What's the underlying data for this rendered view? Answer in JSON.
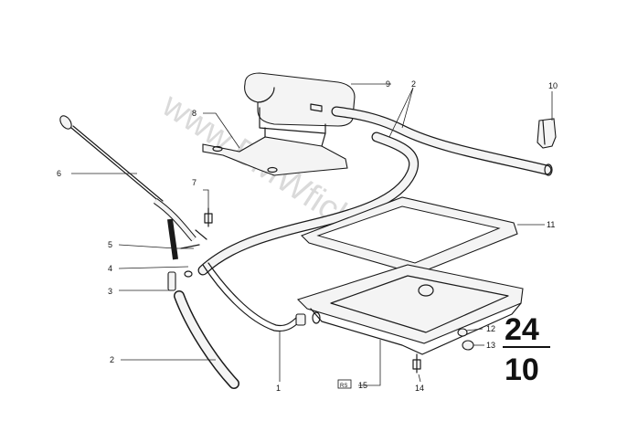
{
  "watermark": "www.BMWfiche.pl",
  "group_number": {
    "top": "24",
    "bottom": "10"
  },
  "callouts": {
    "c1": "1",
    "c2a": "2",
    "c2b": "2",
    "c3": "3",
    "c4": "4",
    "c5": "5",
    "c6": "6",
    "c7": "7",
    "c8": "8",
    "c9": "9",
    "c10": "10",
    "c11": "11",
    "c12": "12",
    "c13": "13",
    "c14": "14",
    "c15": "15",
    "c15_box": "RS"
  },
  "colors": {
    "ink": "#1a1a1a",
    "watermark": "#bdbdbd",
    "background": "#ffffff"
  }
}
